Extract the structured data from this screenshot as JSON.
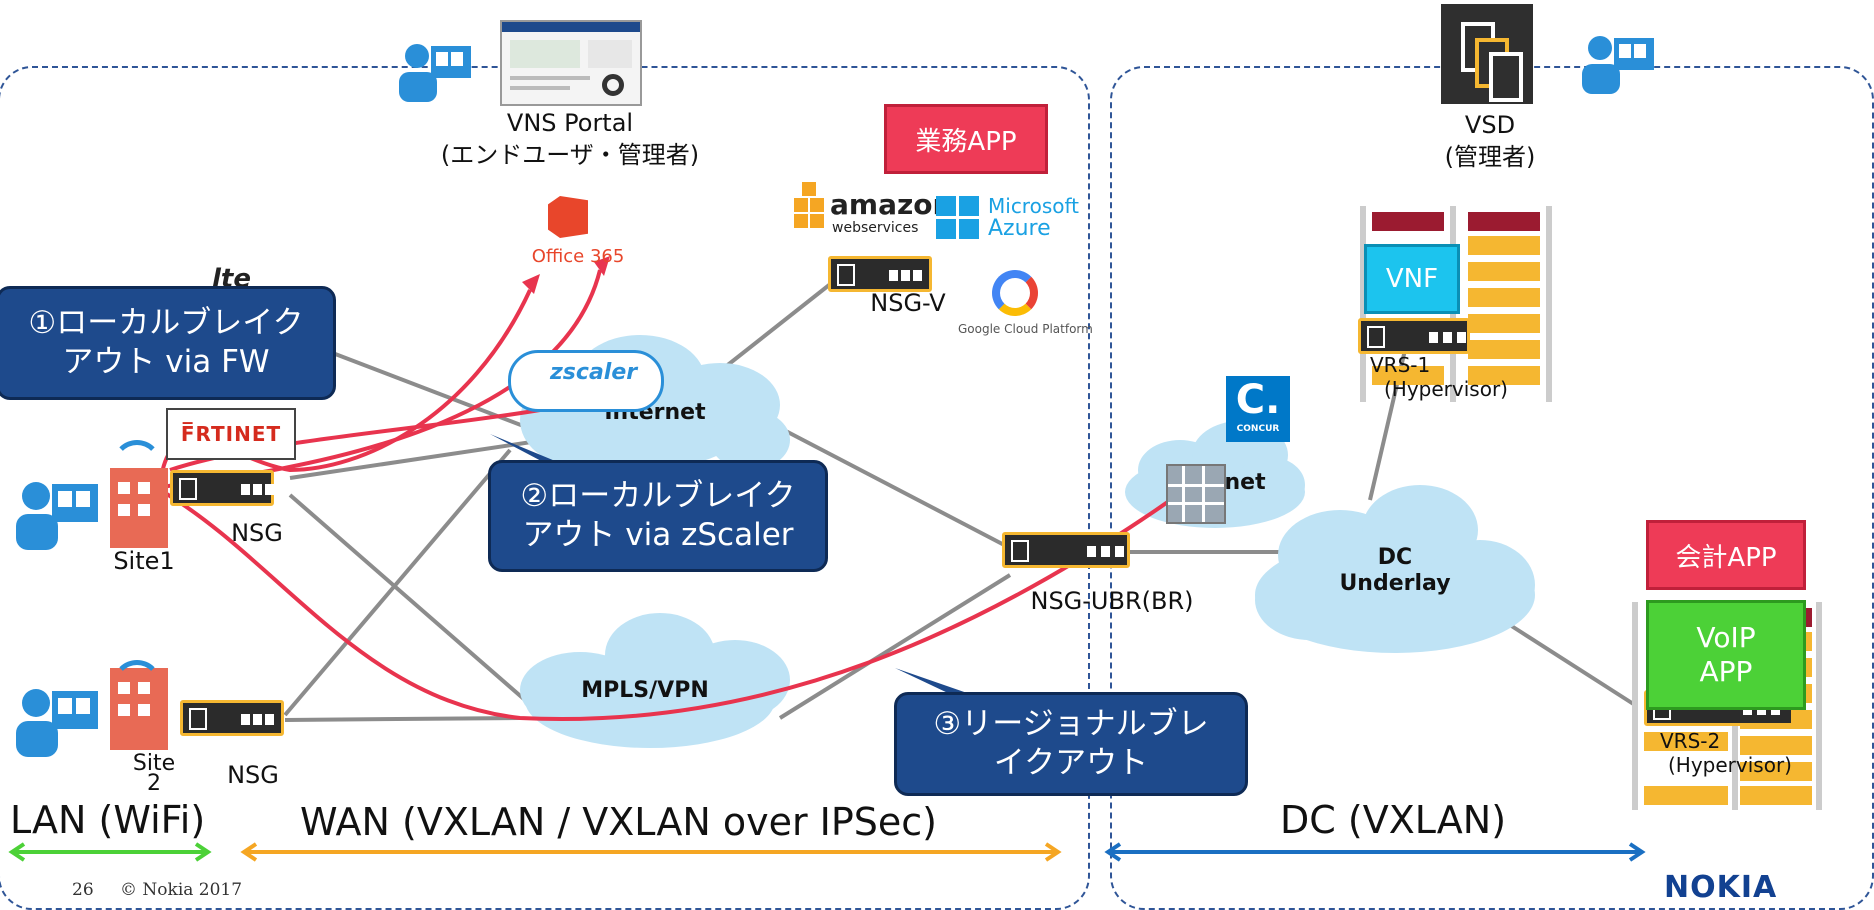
{
  "labels": {
    "vns_portal": "VNS Portal",
    "vns_portal_sub": "(エンドユーザ・管理者)",
    "vsd": "VSD",
    "vsd_sub": "(管理者)",
    "office365": "Office 365",
    "zscaler": "zscaler",
    "amazon": "amazon",
    "amazon_sub": "webservices",
    "microsoft": "Microsoft",
    "azure": "Azure",
    "google_cloud": "Google Cloud Platform",
    "fortinet": "F̅RTINET",
    "concur": "CONCUR",
    "lte": "lte",
    "nsg_v": "NSG-V",
    "nsg_site1": "NSG",
    "site1": "Site1",
    "nsg_site2": "NSG",
    "site2": "Site\n2",
    "nsg_ubr": "NSG-UBR(BR)",
    "vnf": "VNF",
    "vrs1": "VRS-1",
    "vrs1_sub": "(Hypervisor)",
    "vrs2": "VRS-2",
    "vrs2_sub": "(Hypervisor)",
    "voip": "VoIP\nAPP",
    "internet1": "Internet",
    "internet2": "Internet",
    "mpls": "MPLS/VPN",
    "dc_underlay": "DC\nUnderlay"
  },
  "apps": {
    "gyomu": "業務APP",
    "kaikei": "会計APP"
  },
  "callouts": {
    "c1": "①ローカルブレイク\nアウト via FW",
    "c2": "②ローカルブレイク\nアウト via zScaler",
    "c3": "③リージョナルブレ\nイクアウト"
  },
  "segments": {
    "lan": "LAN (WiFi)",
    "wan": "WAN (VXLAN / VXLAN over IPSec)",
    "dc": "DC (VXLAN)"
  },
  "footer": {
    "page": "26",
    "copyright": "© Nokia 2017",
    "brand": "NOKIA"
  },
  "colors": {
    "zone_border": "#2f5597",
    "callout": "#1e4a8c",
    "app_red": "#ee3b57",
    "flow_red": "#e8344e",
    "cloud": "#bfe3f5",
    "lan_arrow": "#4cd137",
    "wan_arrow": "#f5a623",
    "dc_arrow": "#1a6fc2",
    "vnf_cyan": "#1cc4ee",
    "voip_green": "#4cd137",
    "rack_yellow": "#f5b731",
    "nokia_blue": "#124191"
  }
}
